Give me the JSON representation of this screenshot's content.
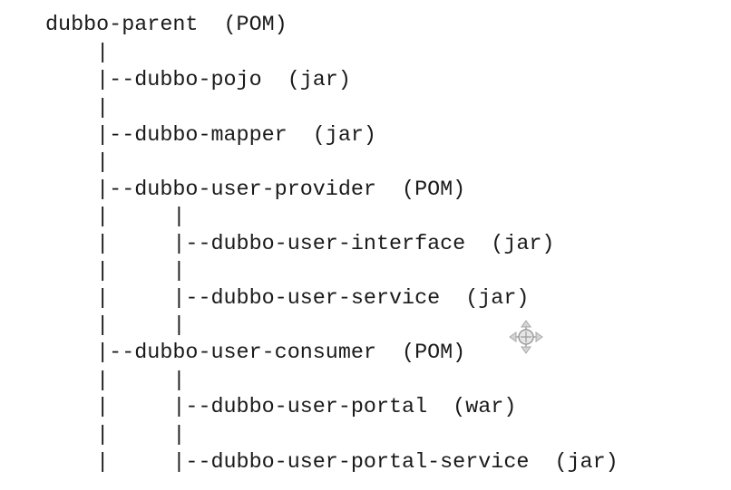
{
  "lines": [
    "dubbo-parent  (POM)",
    "    |",
    "    |--dubbo-pojo  (jar)",
    "    |",
    "    |--dubbo-mapper  (jar)",
    "    |",
    "    |--dubbo-user-provider  (POM)",
    "    |     |",
    "    |     |--dubbo-user-interface  (jar)",
    "    |     |",
    "    |     |--dubbo-user-service  (jar)",
    "    |     |",
    "    |--dubbo-user-consumer  (POM)",
    "    |     |",
    "    |     |--dubbo-user-portal  (war)",
    "    |     |",
    "    |     |--dubbo-user-portal-service  (jar)"
  ],
  "overlay_icon": "move-cursor-icon"
}
